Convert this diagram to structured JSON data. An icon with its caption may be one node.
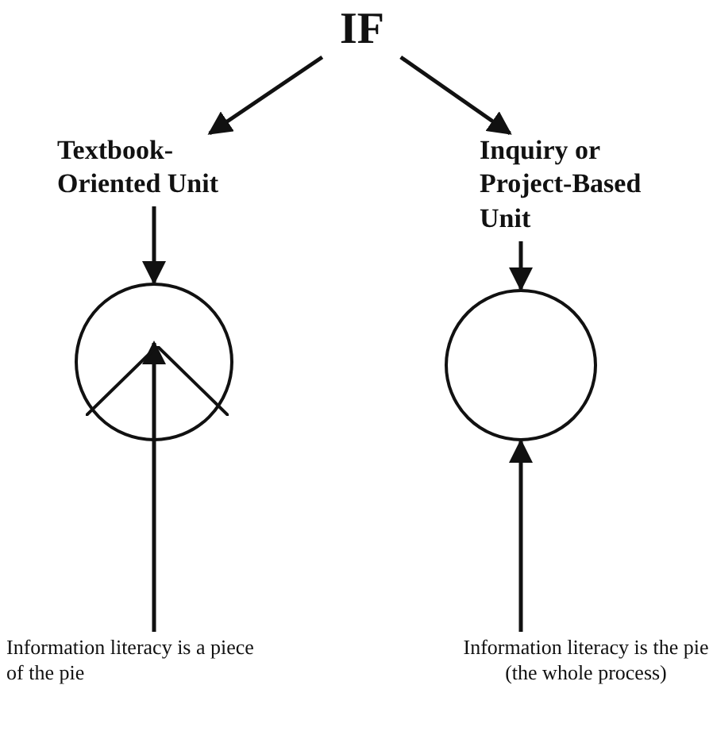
{
  "diagram": {
    "nodes": [
      {
        "text": [
          "IF"
        ]
      },
      {
        "text": [
          "Textbook- Oriented Unit"
        ]
      },
      {
        "text": [
          "Inquiry or Project-Based Unit"
        ]
      },
      {
        "text": [],
        "shape": "circle"
      },
      {
        "text": [],
        "shape": "wedge",
        "in": 3
      },
      {
        "text": [],
        "shape": "circle"
      },
      {
        "text": [
          "Information literacy is a piece of the pie"
        ]
      },
      {
        "text": [
          "Information literacy is the pie (the whole process)"
        ]
      }
    ],
    "edges": [
      {
        "from": 0,
        "to": 1,
        "arrow": "to"
      },
      {
        "from": 0,
        "to": 2,
        "arrow": "to"
      },
      {
        "from": 1,
        "to": 3,
        "arrow": "to"
      },
      {
        "from": 2,
        "to": 5,
        "arrow": "to"
      },
      {
        "from": 6,
        "to": 4,
        "arrow": "to"
      },
      {
        "from": 7,
        "to": 5,
        "arrow": "to"
      }
    ]
  }
}
